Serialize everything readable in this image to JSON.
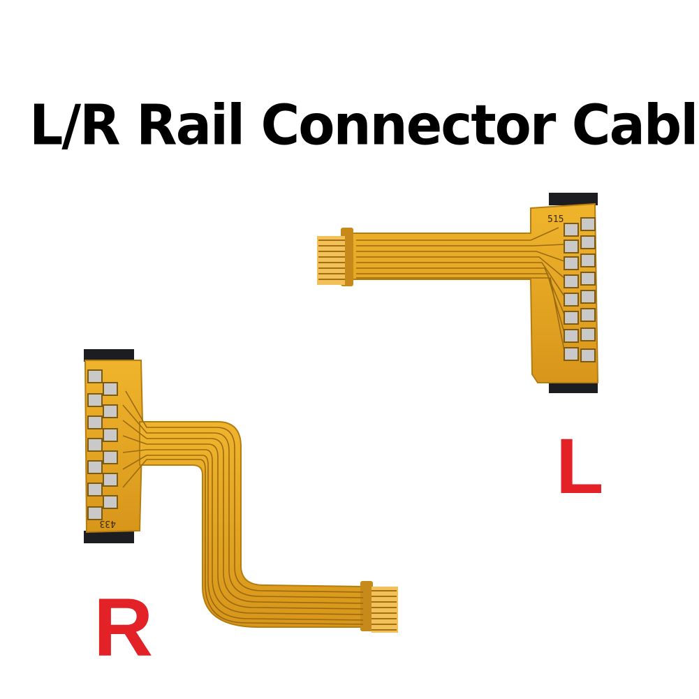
{
  "title": "L/R Rail Connector Cable",
  "left_label": "L",
  "right_label": "R",
  "left_cable_code": "515",
  "right_cable_code": "433",
  "colors": {
    "flex_cable": "#e7a51f",
    "trace": "#9a6a12",
    "label_red": "#e32228",
    "connector_black": "#1b1d20"
  }
}
